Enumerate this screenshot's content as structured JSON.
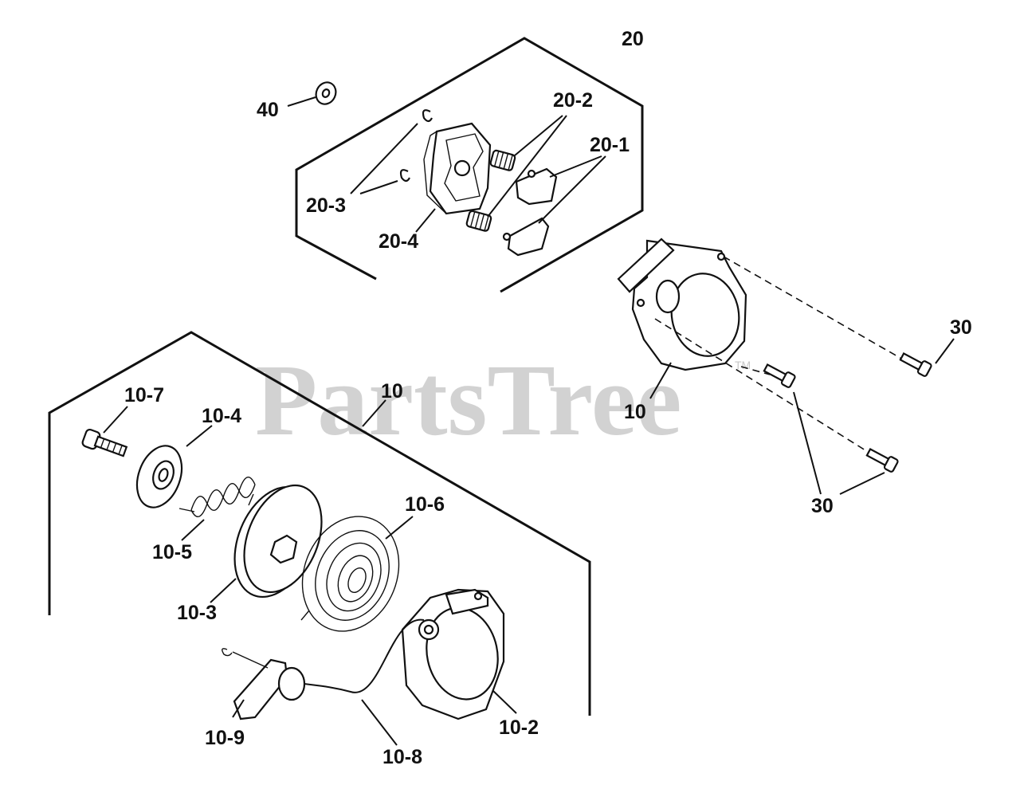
{
  "watermark": {
    "text": "PartsTree",
    "trademark": "TM"
  },
  "labels": {
    "l20": "20",
    "l40": "40",
    "l20_2": "20-2",
    "l20_1": "20-1",
    "l20_3": "20-3",
    "l20_4": "20-4",
    "l30_a": "30",
    "l30_b": "30",
    "l10_right": "10",
    "l10_left": "10",
    "l10_7": "10-7",
    "l10_4": "10-4",
    "l10_5": "10-5",
    "l10_6": "10-6",
    "l10_3": "10-3",
    "l10_2": "10-2",
    "l10_9": "10-9",
    "l10_8": "10-8"
  }
}
